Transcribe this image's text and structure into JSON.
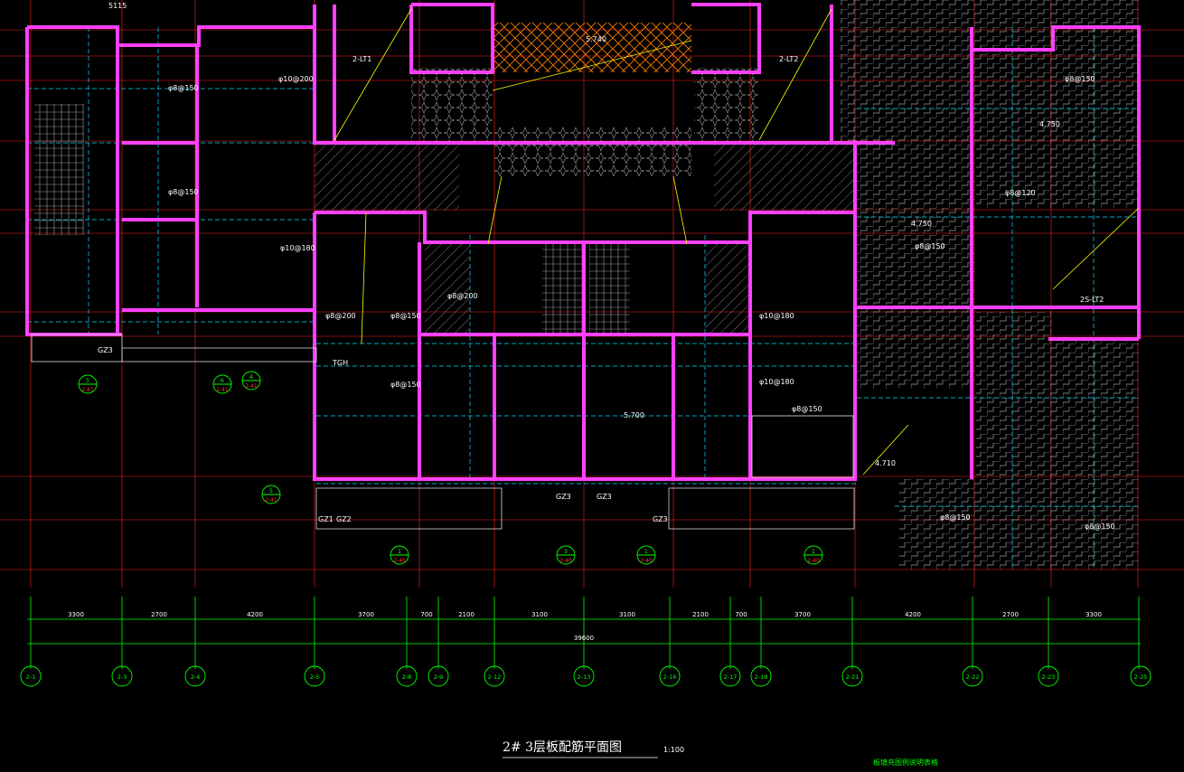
{
  "drawing": {
    "title": "2# 3层板配筋平面图",
    "scale": "1:100",
    "legend_note": "板填充图例说明表格",
    "total_dimension": "39600",
    "dimension_segments": [
      "3300",
      "2700",
      "4200",
      "3700",
      "700",
      "2100",
      "3100",
      "3100",
      "2100",
      "700",
      "3700",
      "4200",
      "2700",
      "3300"
    ],
    "axes": [
      "2-1",
      "2-3",
      "2-4",
      "2-5",
      "2-8",
      "2-9",
      "2-12",
      "2-13",
      "2-16",
      "2-17",
      "2-18",
      "2-21",
      "2-22",
      "2-23",
      "2-25"
    ]
  },
  "labels": {
    "elev_574": "5.740",
    "elev_570": "5.700",
    "elev_4750a": "4.750",
    "elev_4750b": "4.750",
    "elev_4710": "4.710",
    "stair_1": "2-LT1",
    "stair_2": "2-LT2",
    "stair_3": "2S-LT2",
    "gz3_a": "GZ3",
    "gz3_b": "GZ3",
    "gz3_c": "GZ3",
    "gz3_d": "GZ3",
    "gz2_a": "GZ2",
    "gz1_a": "GZ1",
    "tgh": "TGH",
    "top_left": "5115"
  },
  "rebar_labels": [
    "φ8@150",
    "φ8@150",
    "φ10@200",
    "φ10@180",
    "φ8@150",
    "φ8@150",
    "φ10@180",
    "φ8@150",
    "φ8@200",
    "φ8@150",
    "φ8@120",
    "φ8@150",
    "φ8@150",
    "φ10@180",
    "φ8@200",
    "φ8@150"
  ],
  "detail_marks": [
    {
      "num": "5",
      "ref": "2-41"
    },
    {
      "num": "6",
      "ref": "2-41"
    },
    {
      "num": "4",
      "ref": "2-41"
    },
    {
      "num": "5",
      "ref": "2-41"
    },
    {
      "num": "1",
      "ref": "2-40"
    },
    {
      "num": "3",
      "ref": "2-40"
    },
    {
      "num": "1",
      "ref": "2-40"
    },
    {
      "num": "1",
      "ref": "2-40"
    }
  ],
  "colors": {
    "background": "#000000",
    "wall": "#ff40ff",
    "axis": "#00ff00",
    "rebar": "#ff00ff",
    "grid_red": "#ff2020",
    "dim_green": "#00ff00",
    "cyan": "#00e0ff",
    "yellow": "#ffff00",
    "text": "#ffffff"
  }
}
